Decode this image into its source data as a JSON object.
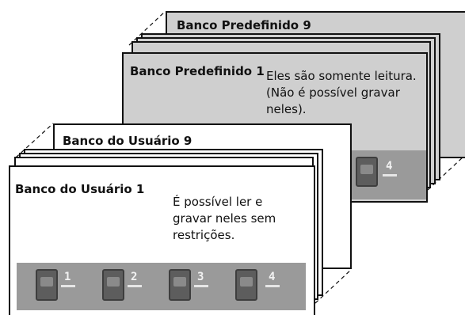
{
  "preset_banks": {
    "back_title": "Banco Predefinido 9",
    "front_title": "Banco Predefinido 1",
    "note": "Eles são somente leitura. (Não é possível gravar neles)."
  },
  "user_banks": {
    "back_title": "Banco do Usuário 9",
    "front_title": "Banco do Usuário 1",
    "note": "É possível ler e gravar neles sem restrições."
  },
  "pedal_numbers": [
    "1",
    "2",
    "3",
    "4"
  ]
}
